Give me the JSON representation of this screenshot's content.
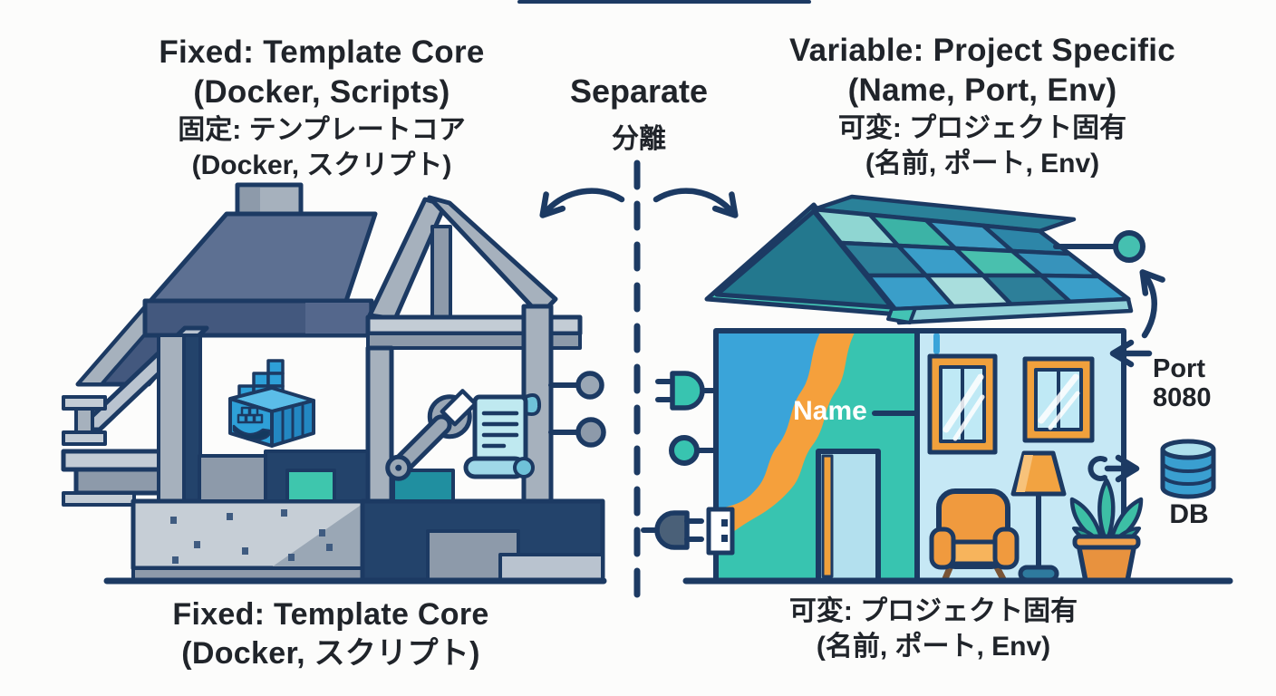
{
  "labels": {
    "left_title": {
      "line1": "Fixed: Template Core",
      "line2": "(Docker, Scripts)",
      "line3": "固定: テンプレートコア",
      "line4": "(Docker, スクリプト)"
    },
    "separator": {
      "line1": "Separate",
      "line2": "分離"
    },
    "right_title": {
      "line1": "Variable: Project Specific",
      "line2": "(Name, Port, Env)",
      "line3": "可変: プロジェクト固有",
      "line4": "(名前, ポート, Env)"
    },
    "left_caption": {
      "line1": "Fixed: Template Core",
      "line2": "(Docker, スクリプト)"
    },
    "right_caption": {
      "line1": "可変: プロジェクト固有",
      "line2": "(名前, ポート, Env)"
    },
    "name_tag": "Name",
    "port_tag": {
      "line1": "Port",
      "line2": "8080"
    },
    "db_tag": "DB"
  },
  "icons": {
    "left_house": [
      "docker-container-icon",
      "wrench-icon",
      "scroll-icon",
      "port-connector-icon",
      "chimney",
      "i-beam",
      "foundation",
      "stairs"
    ],
    "right_house": [
      "plug-icon",
      "connector-dot-icon",
      "outlet-icon",
      "database-icon",
      "tile-roof",
      "window",
      "door",
      "armchair",
      "floor-lamp",
      "potted-plant",
      "arrow-icon"
    ]
  },
  "colors": {
    "outline_navy": "#1c3a63",
    "text": "#20242a",
    "slate_roof": "#43587e",
    "steel_grey": "#a6b1bd",
    "concrete": "#c6ced6",
    "docker_blue": "#2ea0d8",
    "scroll_cyan": "#bfe9f0",
    "teal_wall": "#38c4b0",
    "accent_orange": "#f0a03c",
    "light_blue_wall": "#c6e8f5",
    "sky_blue": "#3aa4d9",
    "db_blue": "#3a9fd0",
    "connector_teal": "#45c0b0"
  }
}
